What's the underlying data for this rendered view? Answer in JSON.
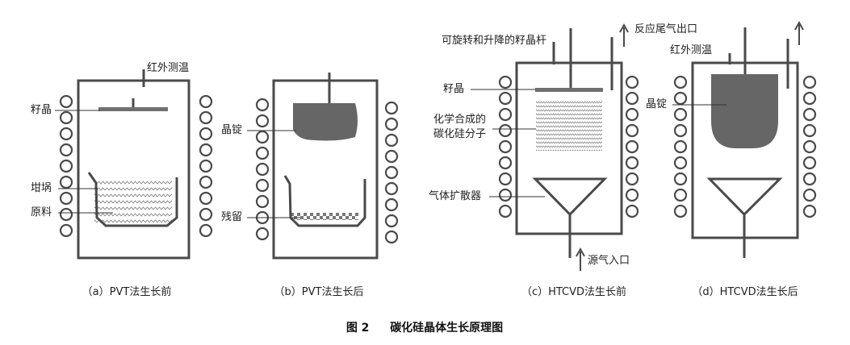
{
  "figure_title": {
    "number": "图 2",
    "text": "碳化硅晶体生长原理图"
  },
  "panels": [
    {
      "caption": "（a）PVT法生长前",
      "labels": {
        "infrared": "红外测温",
        "seed": "籽晶",
        "crucible": "坩埚",
        "material": "原料"
      }
    },
    {
      "caption": "（b）PVT法生长后",
      "labels": {
        "ingot": "晶锭",
        "residue": "残留"
      }
    },
    {
      "caption": "（c）HTCVD法生长前",
      "labels": {
        "rod": "可旋转和升降的籽晶杆",
        "exhaust": "反应尾气出口",
        "seed": "籽晶",
        "molecules_line1": "化学合成的",
        "molecules_line2": "碳化硅分子",
        "diffuser": "气体扩散器",
        "inlet": "源气入口"
      }
    },
    {
      "caption": "（d）HTCVD法生长后",
      "labels": {
        "infrared": "红外测温",
        "ingot": "晶锭"
      }
    }
  ],
  "colors": {
    "frame": "#4a4a4a",
    "ingot": "#666666",
    "seed": "#707070",
    "text": "#222222"
  }
}
